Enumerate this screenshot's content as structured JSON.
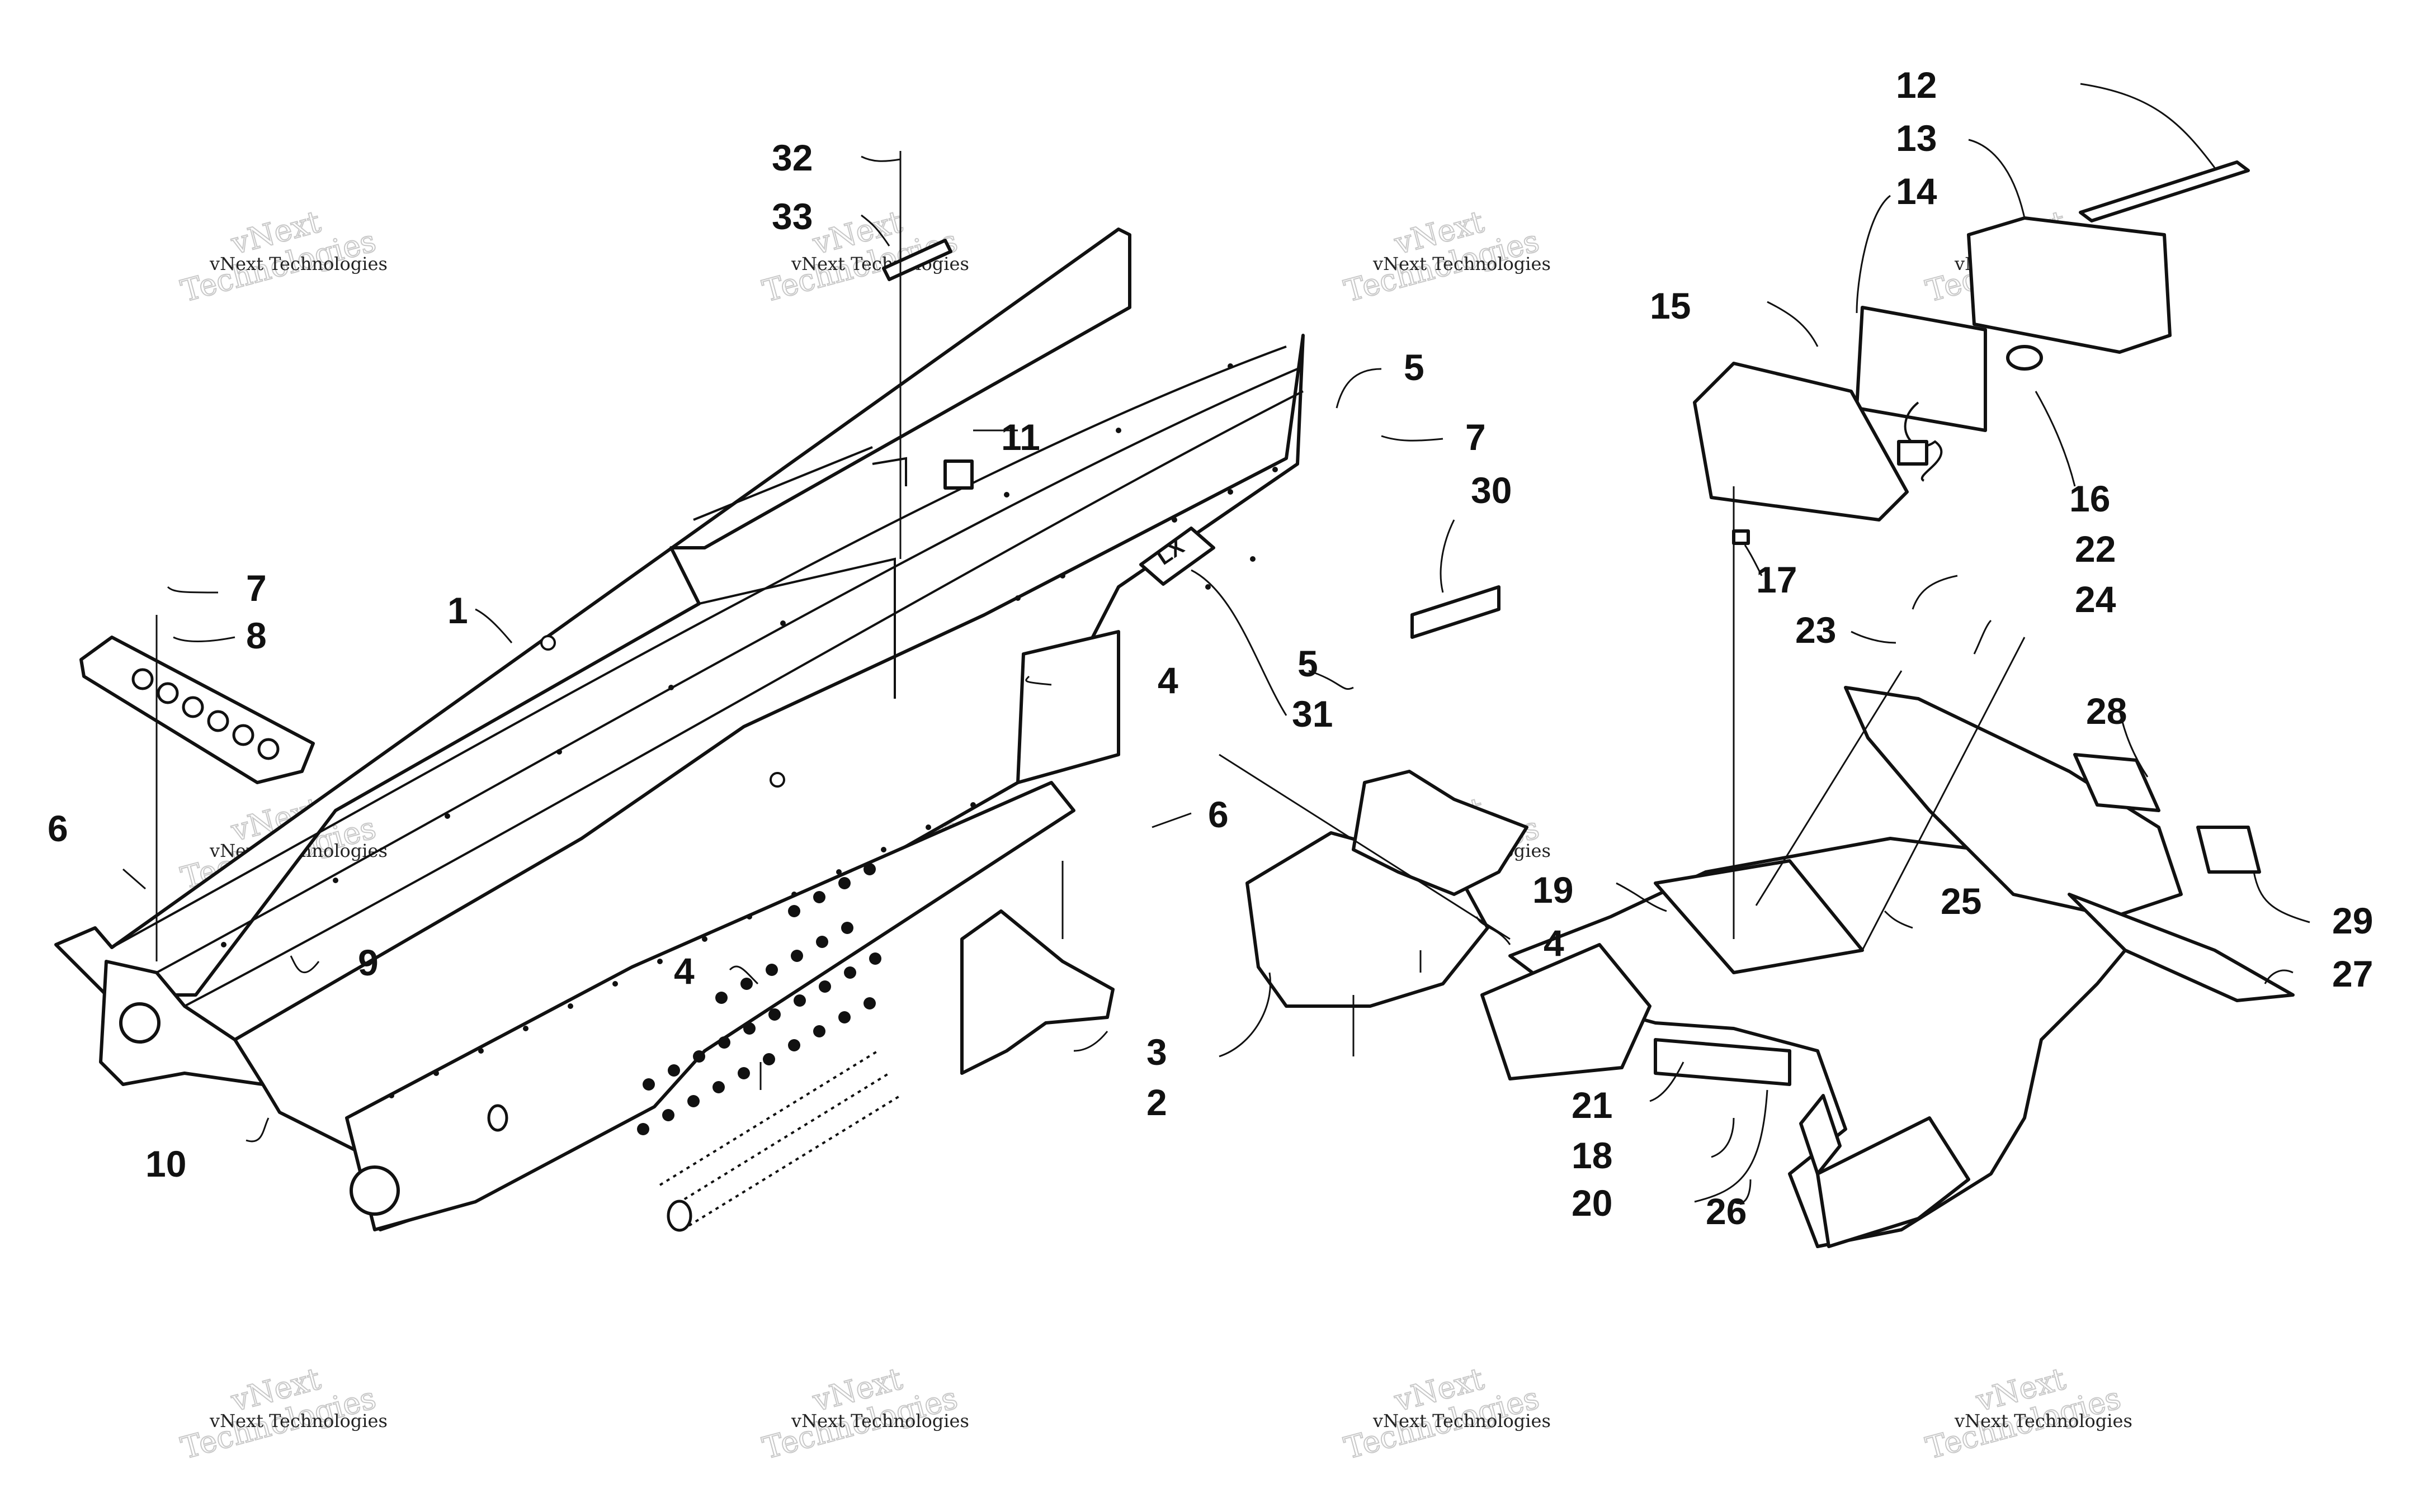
{
  "watermark": {
    "line1": "vNext Technologies",
    "line2": "vNext",
    "line3": "Technologies"
  },
  "callouts": {
    "c1": "1",
    "c2": "2",
    "c3": "3",
    "c4a": "4",
    "c4b": "4",
    "c4c": "4",
    "c5a": "5",
    "c5b": "5",
    "c6a": "6",
    "c6b": "6",
    "c7a": "7",
    "c7b": "7",
    "c8": "8",
    "c9": "9",
    "c10": "10",
    "c11": "11",
    "c12": "12",
    "c13": "13",
    "c14": "14",
    "c15": "15",
    "c16": "16",
    "c17": "17",
    "c18": "18",
    "c19": "19",
    "c20": "20",
    "c21": "21",
    "c22": "22",
    "c23": "23",
    "c24": "24",
    "c25": "25",
    "c26": "26",
    "c27": "27",
    "c28": "28",
    "c29": "29",
    "c30": "30",
    "c31": "31",
    "c32": "32",
    "c33": "33"
  },
  "badge": "LX"
}
